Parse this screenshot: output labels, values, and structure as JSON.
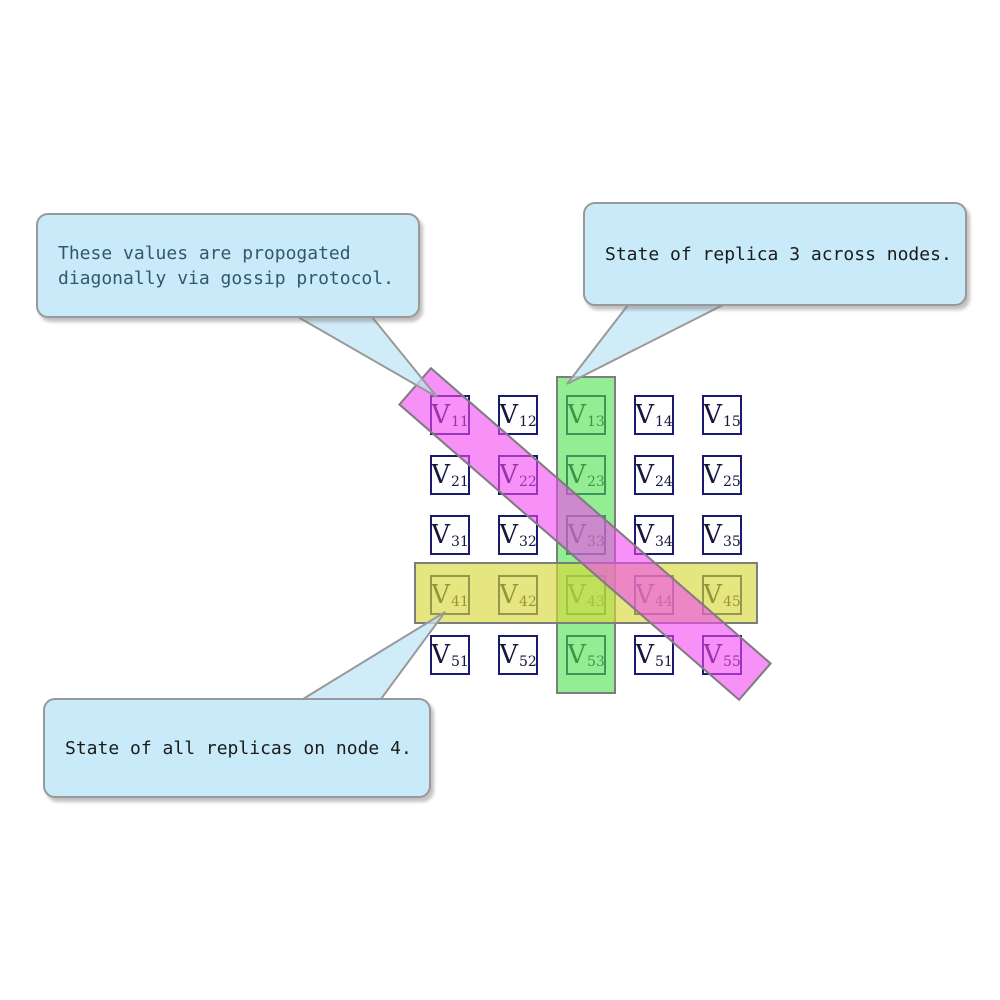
{
  "matrix": {
    "symbol": "V",
    "rows": 5,
    "cols": 5,
    "cells": [
      [
        "11",
        "12",
        "13",
        "14",
        "15"
      ],
      [
        "21",
        "22",
        "23",
        "24",
        "25"
      ],
      [
        "31",
        "32",
        "33",
        "34",
        "35"
      ],
      [
        "41",
        "42",
        "43",
        "44",
        "45"
      ],
      [
        "51",
        "52",
        "53",
        "51",
        "55"
      ]
    ]
  },
  "bands": [
    {
      "name": "replica-3-column-highlight",
      "meaning": "State of replica 3 across nodes."
    },
    {
      "name": "node-4-row-highlight",
      "meaning": "State of all replicas on node 4."
    },
    {
      "name": "diagonal-gossip-highlight",
      "meaning": "These values are propogated diagonally via gossip protocol."
    }
  ],
  "callouts": [
    {
      "id": "gossip",
      "lines": [
        "These values are propogated",
        "diagonally via gossip protocol."
      ]
    },
    {
      "id": "replica",
      "lines": [
        "State of replica 3 across nodes."
      ]
    },
    {
      "id": "node",
      "lines": [
        "State of all replicas on node 4."
      ]
    }
  ],
  "colors": {
    "callout_fill": "#c9eaf8",
    "callout_border": "#999999",
    "callout_tail_fill": "rgba(190,229,246,0.72)",
    "callout_text_primary": "#1b1b1b",
    "callout_text_gossip": "#31586b",
    "cell_border": "#1a1a70",
    "cell_text": "#16163f",
    "band_green": "rgba(80,228,80,0.62)",
    "band_yellow": "rgba(216,216,60,0.65)",
    "band_magenta": "rgba(242,70,242,0.60)",
    "band_border": "#7d7d7d"
  }
}
